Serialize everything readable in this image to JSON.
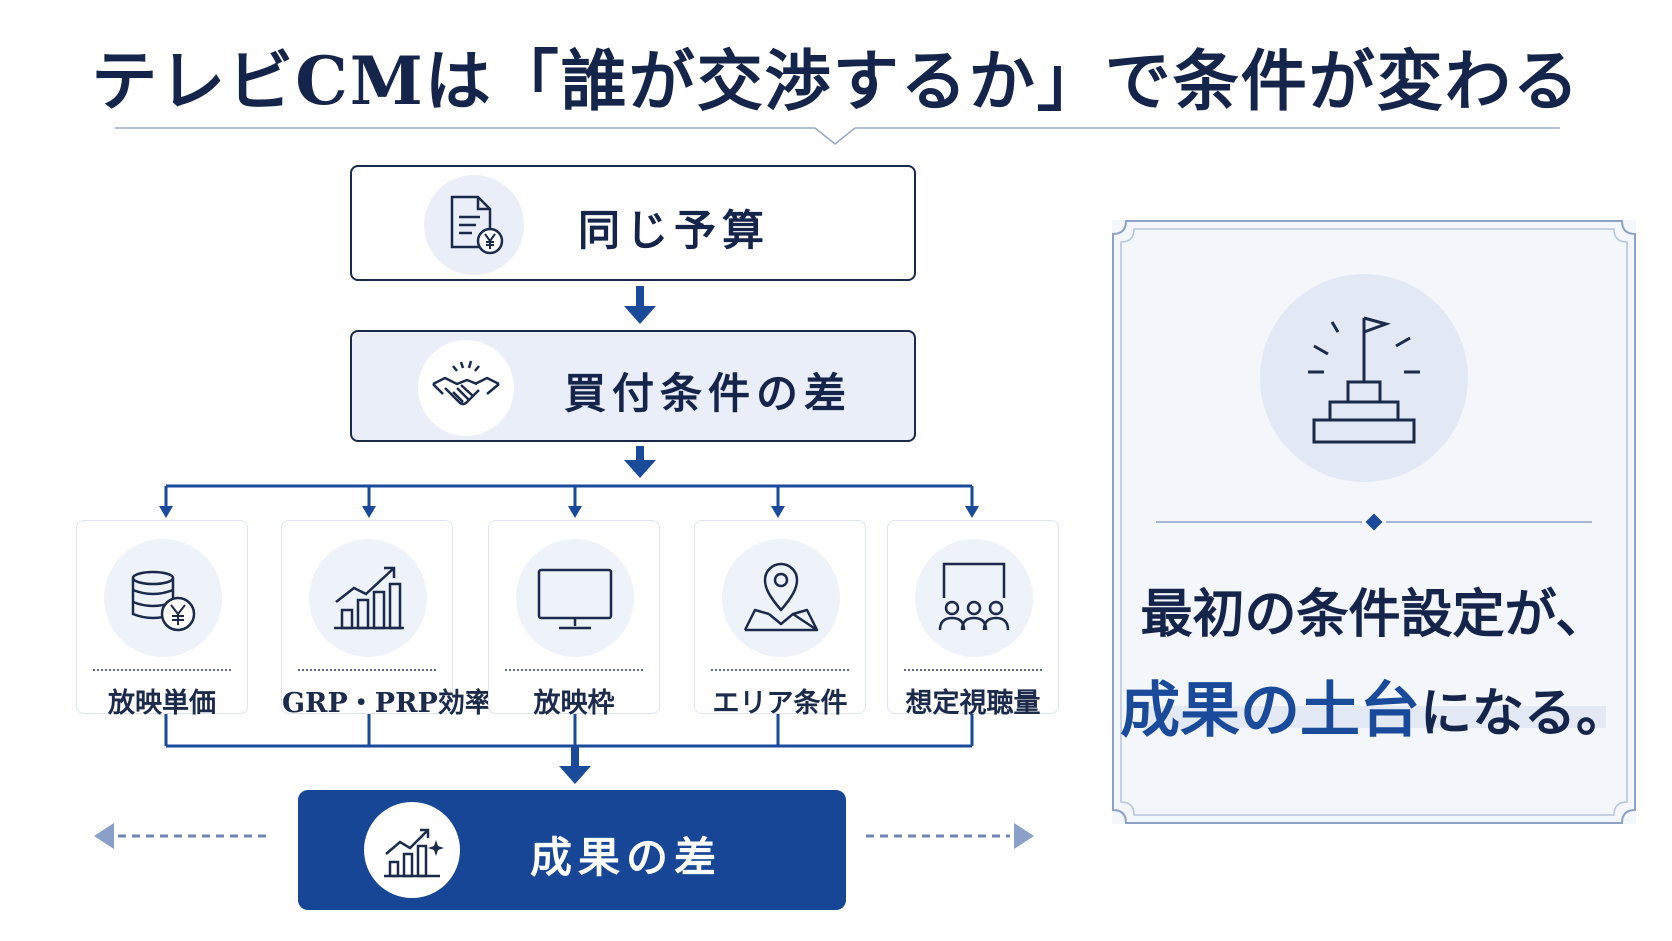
{
  "title": "テレビCMは「誰が交渉するか」で条件が変わる",
  "top_box": {
    "label": "同じ予算",
    "icon": "document-yen-icon"
  },
  "middle_box": {
    "label": "買付条件の差",
    "icon": "handshake-icon"
  },
  "factors": [
    {
      "label": "放映単価",
      "icon": "coins-yen-icon"
    },
    {
      "label": "GRP・PRP効率",
      "icon": "growth-chart-icon"
    },
    {
      "label": "放映枠",
      "icon": "monitor-icon"
    },
    {
      "label": "エリア条件",
      "icon": "map-pin-icon"
    },
    {
      "label": "想定視聴量",
      "icon": "audience-icon"
    }
  ],
  "result_box": {
    "label": "成果の差",
    "icon": "chart-sparkle-icon"
  },
  "right_panel": {
    "icon": "podium-flag-icon",
    "line1": "最初の条件設定が、",
    "line2_highlight": "成果の土台",
    "line2_rest": "になる。"
  },
  "colors": {
    "navy": "#15244a",
    "accent": "#1a4a9a",
    "pale": "#e9eef8",
    "border": "#1b2a4a"
  }
}
